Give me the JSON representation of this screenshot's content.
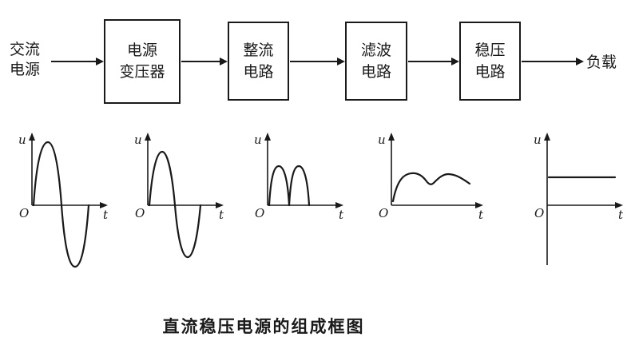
{
  "caption": "直流稳压电源的组成框图",
  "flow": {
    "source": {
      "line1": "交流",
      "line2": "电源"
    },
    "blocks": [
      {
        "line1": "电源",
        "line2": "变压器"
      },
      {
        "line1": "整流",
        "line2": "电路"
      },
      {
        "line1": "滤波",
        "line2": "电路"
      },
      {
        "line1": "稳压",
        "line2": "电路"
      }
    ],
    "load": "负载"
  },
  "waveforms": {
    "y_label": "u",
    "x_label": "t",
    "origin_label": "O",
    "graphs": [
      {
        "name": "ac-input-sine"
      },
      {
        "name": "transformer-output-sine"
      },
      {
        "name": "rectified-output-humps"
      },
      {
        "name": "filtered-output-ripple"
      },
      {
        "name": "regulated-dc-flat"
      }
    ]
  }
}
